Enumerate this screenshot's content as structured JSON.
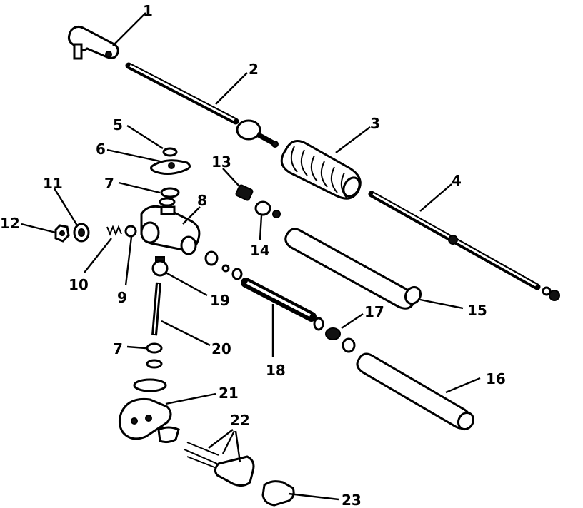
{
  "callouts": {
    "c1": "1",
    "c2": "2",
    "c3": "3",
    "c4": "4",
    "c5": "5",
    "c6": "6",
    "c7a": "7",
    "c7b": "7",
    "c8": "8",
    "c9": "9",
    "c10": "10",
    "c11": "11",
    "c12": "12",
    "c13": "13",
    "c14": "14",
    "c15": "15",
    "c16": "16",
    "c17": "17",
    "c18": "18",
    "c19": "19",
    "c20": "20",
    "c21": "21",
    "c22": "22",
    "c23": "23"
  }
}
